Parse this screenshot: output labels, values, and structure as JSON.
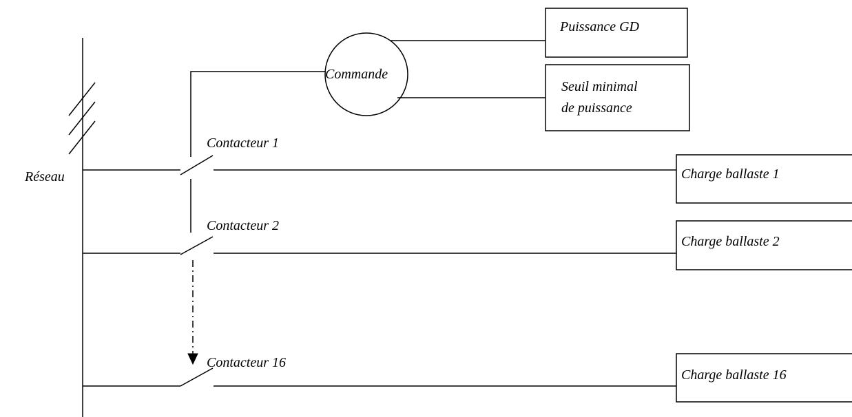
{
  "network": {
    "label": "Réseau"
  },
  "control": {
    "label": "Commande"
  },
  "inputs": {
    "power": "Puissance GD",
    "threshold_line1": "Seuil minimal",
    "threshold_line2": "de puissance"
  },
  "branches": [
    {
      "contactor": "Contacteur 1",
      "load": "Charge ballaste 1"
    },
    {
      "contactor": "Contacteur 2",
      "load": "Charge ballaste 2"
    },
    {
      "contactor": "Contacteur 16",
      "load": "Charge ballaste 16"
    }
  ],
  "colors": {
    "line": "#000000",
    "background": "#ffffff"
  }
}
